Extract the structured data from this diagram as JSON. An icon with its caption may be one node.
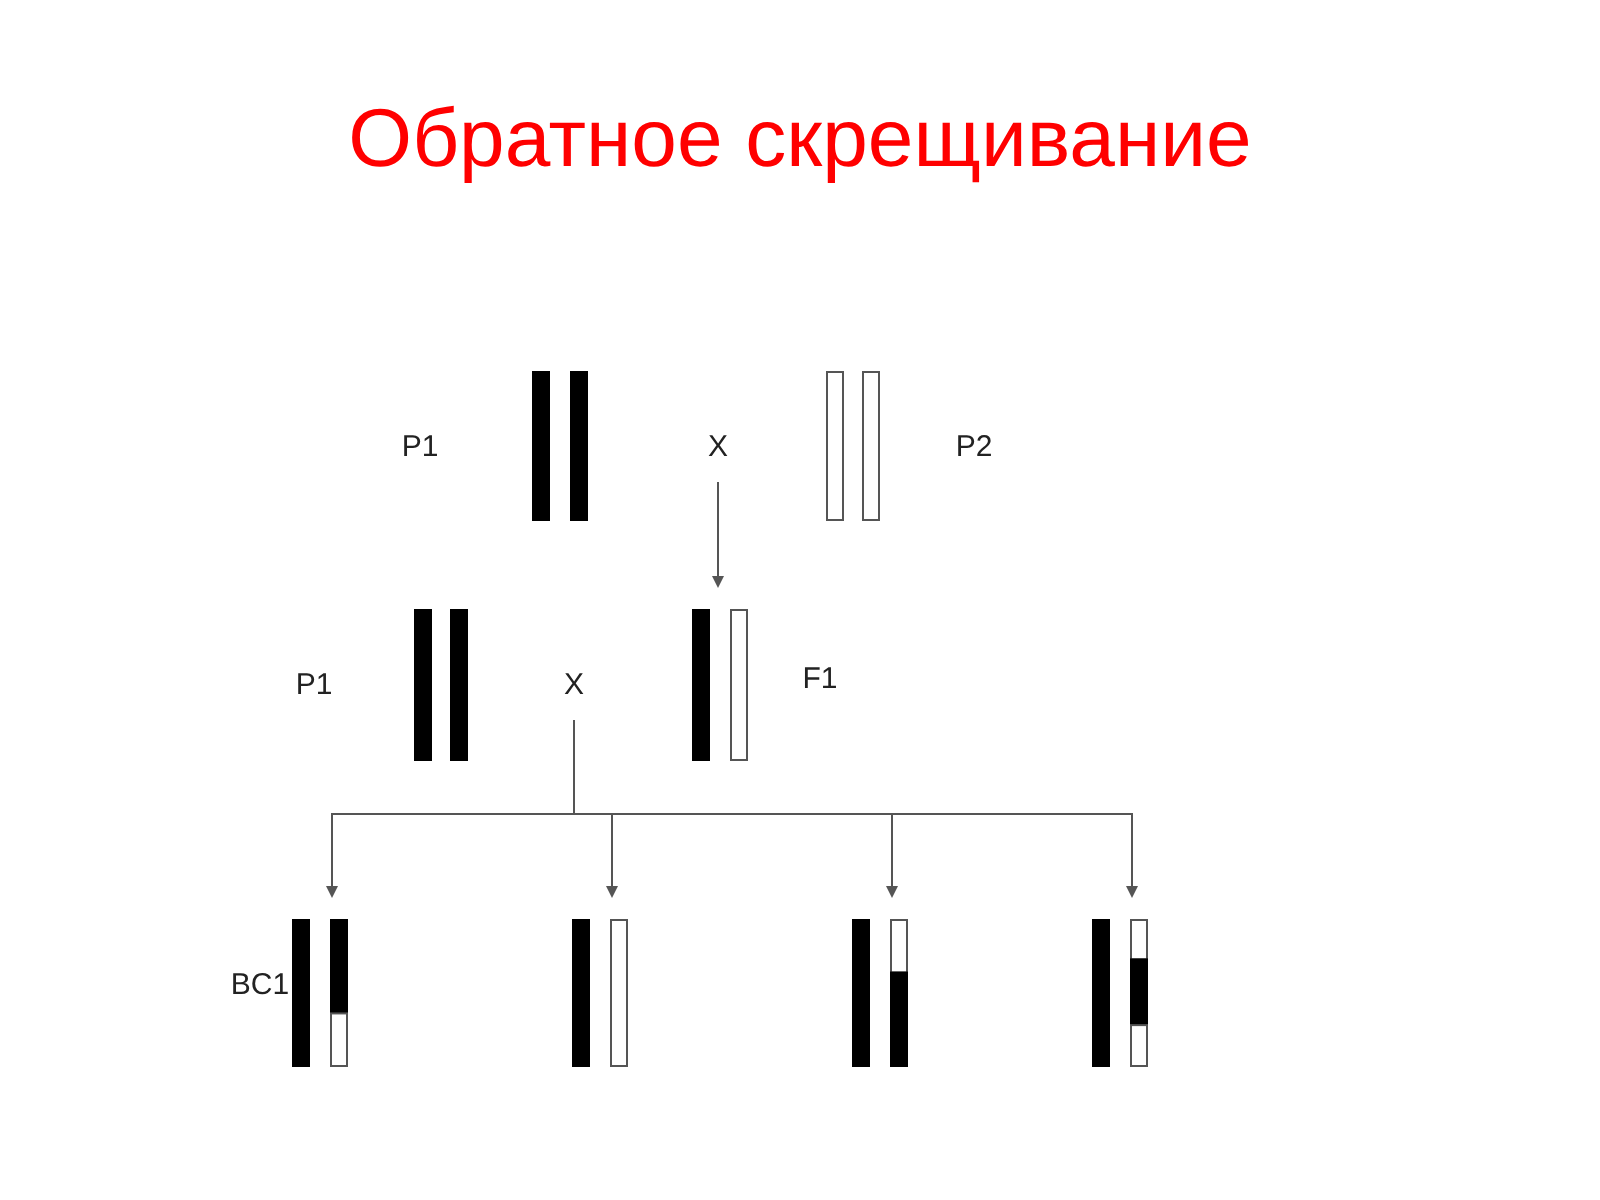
{
  "diagram": {
    "title": "Обратное скрещивание",
    "nodes": [
      {
        "text": [
          "P1"
        ]
      },
      {
        "text": [],
        "shape": "bar"
      },
      {
        "text": [
          "X"
        ]
      },
      {
        "text": [],
        "shape": "bar"
      },
      {
        "text": [
          "P2"
        ]
      },
      {
        "text": [
          "P1"
        ]
      },
      {
        "text": [],
        "shape": "bar"
      },
      {
        "text": [
          "X"
        ]
      },
      {
        "text": [],
        "shape": "bar"
      },
      {
        "text": [
          "F1"
        ]
      },
      {
        "text": [
          "BC1"
        ]
      },
      {
        "text": [],
        "shape": "bar"
      },
      {
        "text": [],
        "shape": "bar"
      },
      {
        "text": [],
        "shape": "bar"
      },
      {
        "text": [],
        "shape": "bar"
      }
    ],
    "edges": [
      {
        "from": 2,
        "to": 8,
        "arrow": "to"
      },
      {
        "from": 7,
        "to": 11,
        "arrow": "to"
      },
      {
        "from": 7,
        "to": 12,
        "arrow": "to"
      },
      {
        "from": 7,
        "to": 13,
        "arrow": "to"
      },
      {
        "from": 7,
        "to": 14,
        "arrow": "to"
      }
    ]
  }
}
